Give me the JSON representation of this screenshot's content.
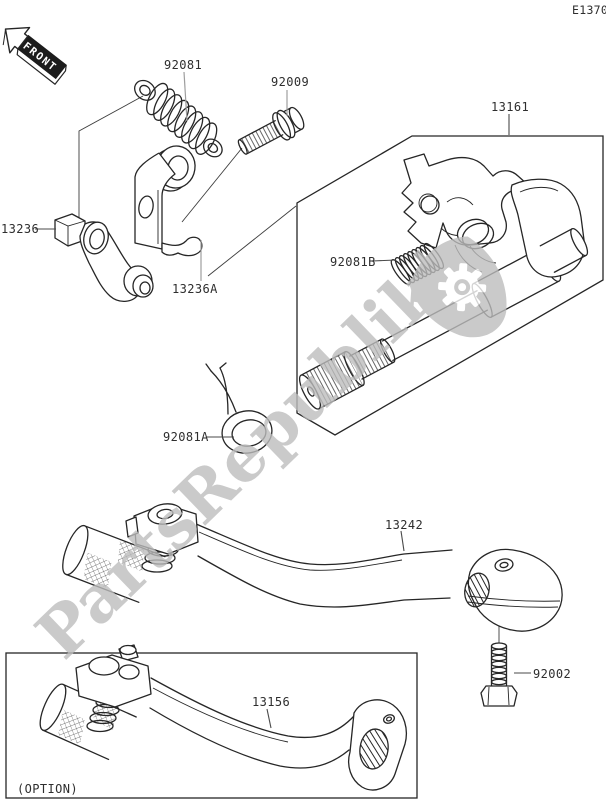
{
  "diagram": {
    "drawing_code": "E1370",
    "front_indicator": "FRONT",
    "option_caption": "(OPTION)",
    "watermark": {
      "text": "PartsRepublik",
      "separator": "|"
    },
    "parts": [
      {
        "label": "92081",
        "name": "shift-return-spring"
      },
      {
        "label": "92009",
        "name": "bolt"
      },
      {
        "label": "13161",
        "name": "gear-change-mechanism-assembly"
      },
      {
        "label": "13236",
        "name": "change-lever"
      },
      {
        "label": "13236A",
        "name": "change-lever-bracket"
      },
      {
        "label": "92081B",
        "name": "coil-spring"
      },
      {
        "label": "92081A",
        "name": "torsion-spring"
      },
      {
        "label": "13242",
        "name": "gear-change-pedal"
      },
      {
        "label": "92002",
        "name": "clamp-bolt"
      },
      {
        "label": "13156",
        "name": "gear-change-pedal-option"
      }
    ],
    "colors": {
      "ink": "#262626",
      "leader": "#9e9e9e",
      "watermark": "#bdbdbd",
      "paper": "#ffffff"
    }
  }
}
